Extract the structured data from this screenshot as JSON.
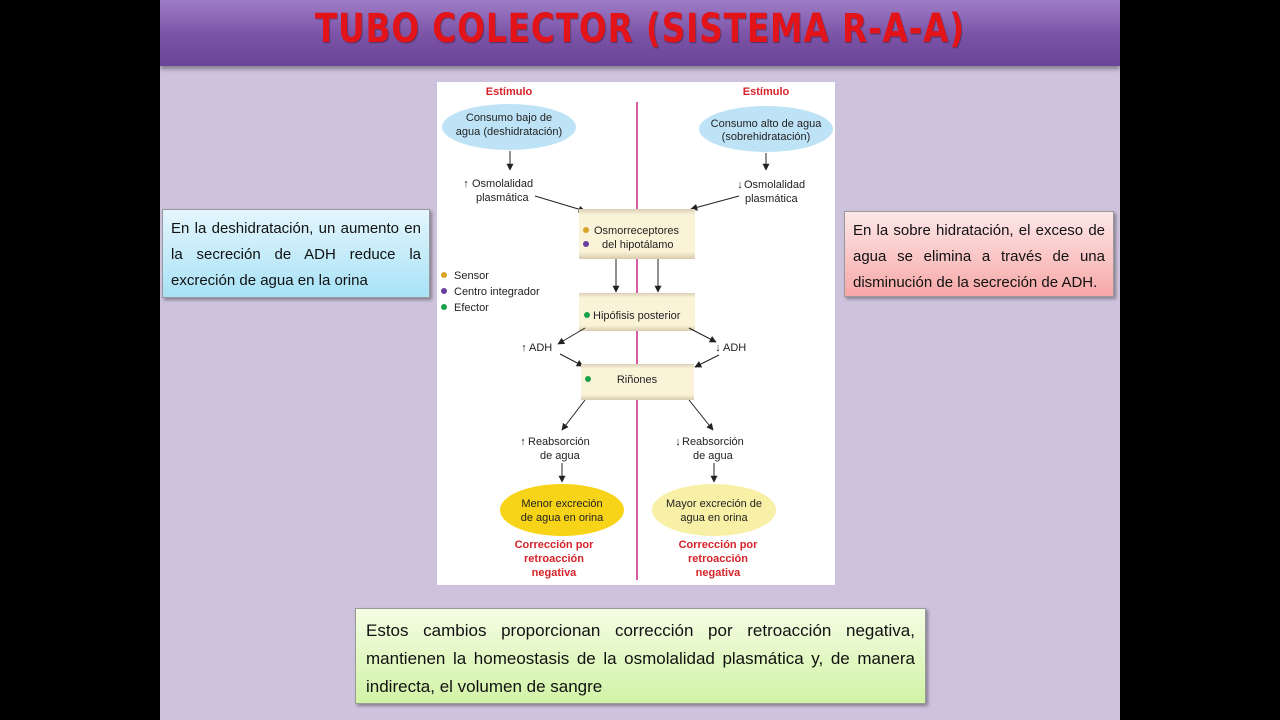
{
  "title": "TUBO COLECTOR (SISTEMA R-A-A)",
  "colors": {
    "title": "#e2141a",
    "title_bar": "#7a52a6",
    "slide_bg": "#cdc3dc",
    "sensor": "#d9a427",
    "integrator": "#6a3ea0",
    "effector": "#1aa24a",
    "red_label": "#d6232a",
    "divider": "#c8137a"
  },
  "notes": {
    "left": "En la deshidratación, un aumento en la secreción de ADH reduce la excreción de agua en la orina",
    "right": "En la sobre hidratación, el exceso de agua se elimina a través de una disminución de la secreción de ADH.",
    "bottom": "Estos cambios proporcionan corrección por retroacción negativa, mantienen la homeostasis de la osmolalidad plasmática y, de manera indirecta, el volumen de sangre"
  },
  "diagram": {
    "left": {
      "stimulus_label": "Estímulo",
      "stimulus": [
        "Consumo bajo de",
        "agua (deshidratación)"
      ],
      "osmolality": [
        "Osmolalidad",
        "plasmática"
      ],
      "adh": "ADH",
      "reabsorption": [
        "Reabsorción",
        "de agua"
      ],
      "result": [
        "Menor excreción",
        "de agua en orina"
      ],
      "correction": [
        "Corrección por",
        "retroacción",
        "negativa"
      ]
    },
    "right": {
      "stimulus_label": "Estímulo",
      "stimulus": [
        "Consumo alto de agua",
        "(sobrehidratación)"
      ],
      "osmolality": [
        "Osmolalidad",
        "plasmática"
      ],
      "adh": "ADH",
      "reabsorption": [
        "Reabsorción",
        "de agua"
      ],
      "result": [
        "Mayor excreción de",
        "agua en orina"
      ],
      "correction": [
        "Corrección por",
        "retroacción",
        "negativa"
      ]
    },
    "center": {
      "osmoreceptors": [
        "Osmorreceptores",
        "del hipotálamo"
      ],
      "pituitary": "Hipófisis posterior",
      "kidneys": "Riñones"
    },
    "legend": [
      "Sensor",
      "Centro integrador",
      "Efector"
    ]
  }
}
